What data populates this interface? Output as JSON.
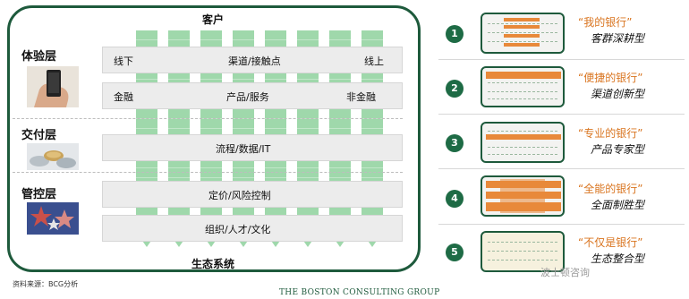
{
  "left": {
    "top_label": "客户",
    "bottom_label": "生态系统",
    "layers": [
      {
        "label": "体验层"
      },
      {
        "label": "交付层"
      },
      {
        "label": "管控层"
      }
    ],
    "bands": [
      {
        "left": "线下",
        "center": "渠道/接触点",
        "right": "线上"
      },
      {
        "left": "金融",
        "center": "产品/服务",
        "right": "非金融"
      },
      {
        "center": "流程/数据/IT"
      },
      {
        "center": "定价/风险控制"
      },
      {
        "center": "组织/人才/文化"
      }
    ],
    "source_note": "资料来源：BCG分析",
    "logo_text": "THE BOSTON CONSULTING GROUP"
  },
  "right": {
    "items": [
      {
        "num": "1",
        "quote": "“我的银行”",
        "type": "客群深耕型"
      },
      {
        "num": "2",
        "quote": "“便捷的银行”",
        "type": "渠道创新型"
      },
      {
        "num": "3",
        "quote": "“专业的银行”",
        "type": "产品专家型"
      },
      {
        "num": "4",
        "quote": "“全能的银行”",
        "type": "全面制胜型"
      },
      {
        "num": "5",
        "quote": "“不仅是银行”",
        "type": "生态整合型"
      }
    ],
    "watermark": "波士顿咨询"
  },
  "colors": {
    "frame": "#1e5a3c",
    "column": "#9fd8ab",
    "accent": "#e8893a",
    "quote": "#d9741f"
  }
}
